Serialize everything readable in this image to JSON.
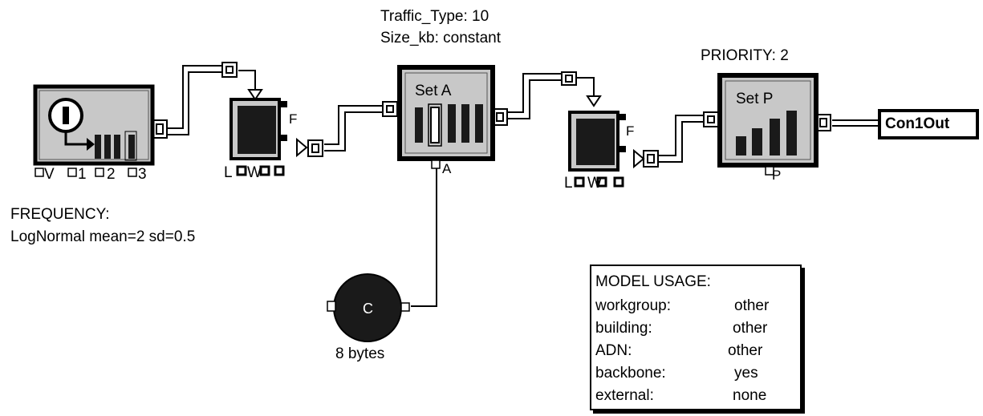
{
  "generator": {
    "frequency_label": "FREQUENCY:",
    "frequency_dist": "LogNormal mean=2 sd=0.5",
    "ports": [
      "V",
      "1",
      "2",
      "3"
    ]
  },
  "queue1": {
    "ports": [
      "F",
      "L",
      "W"
    ]
  },
  "set_a": {
    "title": "Set A",
    "attr1": "Traffic_Type:  10",
    "attr2": "Size_kb: constant",
    "port": "A"
  },
  "queue2": {
    "ports": [
      "F",
      "L",
      "W"
    ]
  },
  "set_p": {
    "title": "Set P",
    "attr": "PRIORITY: 2",
    "port": "P"
  },
  "output": {
    "label": "Con1Out"
  },
  "constant": {
    "letter": "C",
    "value": "8 bytes"
  },
  "model_usage": {
    "title": "MODEL USAGE:",
    "rows": [
      {
        "key": "workgroup:",
        "value": "other"
      },
      {
        "key": "building:",
        "value": "other"
      },
      {
        "key": "ADN:",
        "value": "other"
      },
      {
        "key": "backbone:",
        "value": "yes"
      },
      {
        "key": "external:",
        "value": "none"
      }
    ]
  },
  "colors": {
    "block_fill": "#c8c8c8",
    "block_border": "#000000",
    "dark": "#1a1a1a"
  }
}
